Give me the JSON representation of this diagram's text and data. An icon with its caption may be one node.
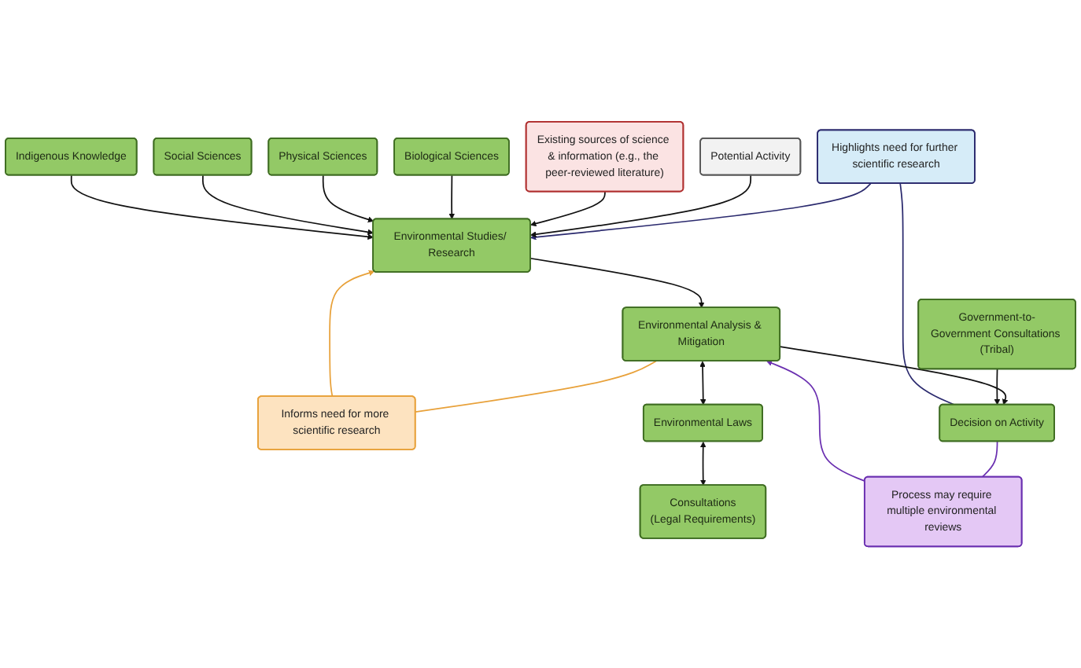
{
  "diagram": {
    "nodes": [
      {
        "text": [
          "Highlights need for further scientific research"
        ]
      },
      {
        "text": [
          "Informs need for more scientific research"
        ]
      },
      {
        "text": [
          "Process may require multiple environmental reviews"
        ]
      },
      {
        "text": [
          "Potential Activity"
        ]
      },
      {
        "text": [
          "Environmental Studies/ Research"
        ]
      },
      {
        "text": [
          "Environmental Analysis & Mitigation"
        ]
      },
      {
        "text": [
          "Decision on Activity"
        ]
      },
      {
        "text": [
          "Biological Sciences"
        ]
      },
      {
        "text": [
          "Physical Sciences"
        ]
      },
      {
        "text": [
          "Environmental Laws"
        ]
      },
      {
        "text": [
          "Social Sciences"
        ]
      },
      {
        "text": [
          "Indigenous Knowledge"
        ]
      },
      {
        "text": [
          "Consultations",
          "(Legal Requirements)"
        ]
      },
      {
        "text": [
          "Government-to-Government Consultations (Tribal)"
        ]
      },
      {
        "text": [
          "Existing sources of science & information (e.g., the peer-reviewed literature)"
        ]
      }
    ],
    "edges": [
      {
        "from": 6,
        "to": 0,
        "arrow": "none",
        "color": "#2b2a6e"
      },
      {
        "from": 0,
        "to": 4,
        "arrow": "to",
        "color": "#2b2a6e"
      },
      {
        "from": 5,
        "to": 1,
        "arrow": "none",
        "color": "#e8a13a"
      },
      {
        "from": 1,
        "to": 4,
        "arrow": "to",
        "color": "#e8a13a"
      },
      {
        "from": 6,
        "to": 2,
        "arrow": "none",
        "color": "#6a2fb0"
      },
      {
        "from": 2,
        "to": 5,
        "arrow": "to",
        "color": "#6a2fb0"
      },
      {
        "from": 3,
        "to": 4,
        "arrow": "to"
      },
      {
        "from": 4,
        "to": 5,
        "arrow": "to"
      },
      {
        "from": 5,
        "to": 6,
        "arrow": "to"
      },
      {
        "from": 14,
        "to": 4,
        "arrow": "to"
      },
      {
        "from": 7,
        "to": 4,
        "arrow": "to"
      },
      {
        "from": 8,
        "to": 4,
        "arrow": "to"
      },
      {
        "from": 10,
        "to": 4,
        "arrow": "to"
      },
      {
        "from": 11,
        "to": 4,
        "arrow": "to"
      },
      {
        "from": 5,
        "to": 9,
        "arrow": "both"
      },
      {
        "from": 9,
        "to": 12,
        "arrow": "both"
      },
      {
        "from": 13,
        "to": 6,
        "arrow": "to"
      }
    ]
  }
}
